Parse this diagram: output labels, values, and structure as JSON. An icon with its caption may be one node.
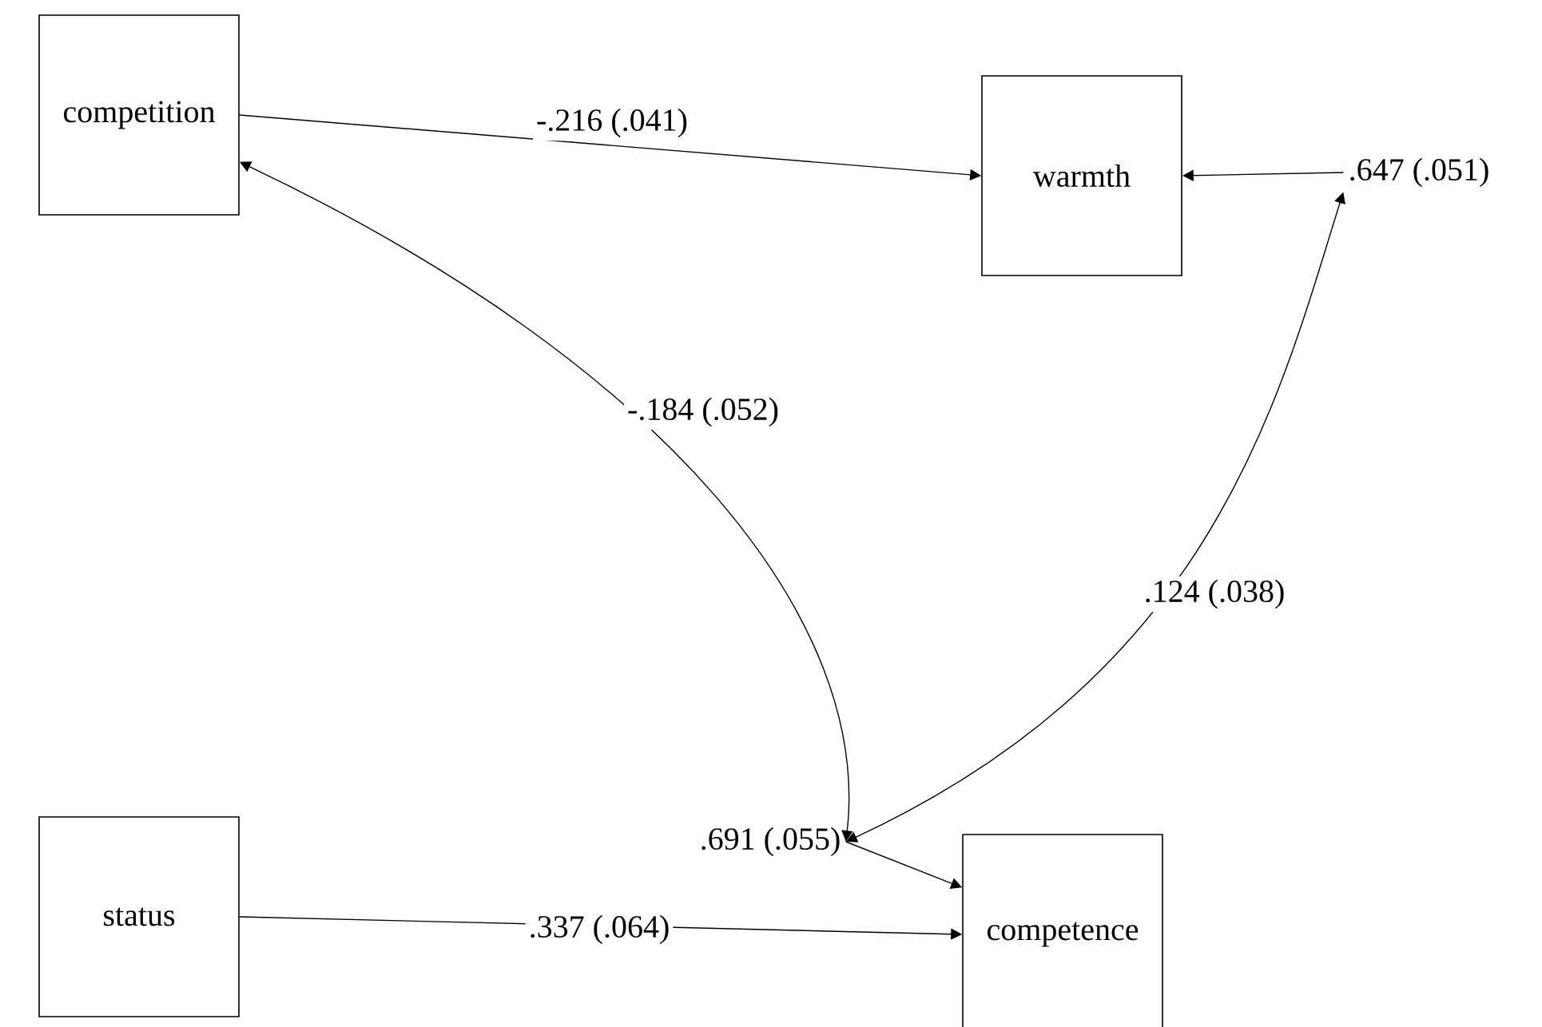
{
  "diagram": {
    "nodes": [
      {
        "text": [
          "competition"
        ]
      },
      {
        "text": [
          "warmth"
        ]
      },
      {
        "text": [
          "status"
        ]
      },
      {
        "text": [
          "competence"
        ]
      },
      {
        "text": [
          ".647 (.051)"
        ]
      },
      {
        "text": [
          ".691 (.055)"
        ]
      }
    ],
    "edges": [
      {
        "from": 0,
        "to": 1,
        "arrow": "to",
        "label": "-.216 (.041)"
      },
      {
        "from": 2,
        "to": 3,
        "arrow": "to",
        "label": ".337 (.064)"
      },
      {
        "from": 0,
        "to": 5,
        "arrow": "both",
        "label": "-.184 (.052)"
      },
      {
        "from": 4,
        "to": 5,
        "arrow": "both",
        "label": ".124 (.038)"
      },
      {
        "from": 4,
        "to": 1,
        "arrow": "to"
      },
      {
        "from": 5,
        "to": 3,
        "arrow": "to"
      }
    ]
  }
}
